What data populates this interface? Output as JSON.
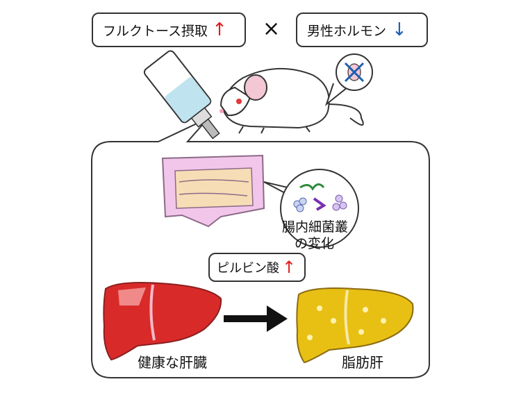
{
  "labels": {
    "fructose": "フルクトース摂取",
    "times": "×",
    "hormone": "男性ホルモン",
    "pyruvate": "ピルビン酸",
    "microbiota_line1": "腸内細菌叢",
    "microbiota_line2": "の変化",
    "healthy_liver": "健康な肝臓",
    "fatty_liver": "脂肪肝"
  },
  "arrows": {
    "fructose": "↑",
    "hormone": "↓",
    "pyruvate": "↑"
  },
  "colors": {
    "up_arrow": "#e01e1e",
    "down_arrow": "#1f5fb0",
    "healthy_liver": "#d92a2a",
    "fatty_liver": "#e8c014",
    "intestine": "#f2c6ea",
    "mouse": "#ffffff",
    "bottle_liquid": "#bfe3ef"
  },
  "icons": {
    "bottle": "drinking-bottle-icon",
    "mouse": "mouse-icon",
    "testis_crossed": "crossed-testis-icon",
    "intestine": "intestine-icon",
    "bacteria": "bacteria-icon",
    "liver_healthy": "healthy-liver-icon",
    "liver_fatty": "fatty-liver-icon",
    "transition": "right-arrow-icon"
  }
}
